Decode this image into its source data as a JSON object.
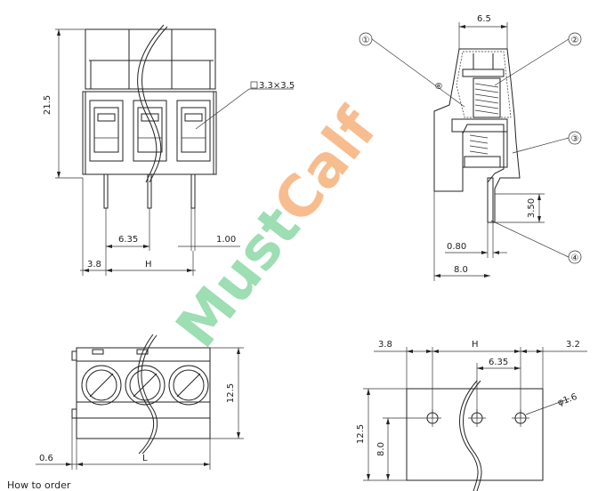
{
  "watermark": {
    "text": "MustCalf",
    "mark": "®",
    "colors": {
      "green": "#7dd39a",
      "orange": "#f5a86a"
    }
  },
  "front_view": {
    "height_label": "21.5",
    "hole_label": "3.3×3.5",
    "pitch_label": "6.35",
    "pin_width_label": "1.00",
    "edge_label": "3.8",
    "span_label": "H"
  },
  "side_view": {
    "top_label": "6.5",
    "pin_len_label": "3.50",
    "pin_th_label": "0.80",
    "base_label": "8.0",
    "callouts": [
      "①",
      "②",
      "③",
      "④"
    ]
  },
  "top_view": {
    "height_label": "12.5",
    "edge_label": "0.6",
    "len_label": "L"
  },
  "pcb_view": {
    "left_label": "3.8",
    "span_label": "H",
    "right_label": "3.2",
    "pitch_label": "6.35",
    "hole_label": "φ1.6",
    "height_label": "12.5",
    "row_label": "8.0"
  },
  "footer": {
    "caption": "How to order"
  }
}
